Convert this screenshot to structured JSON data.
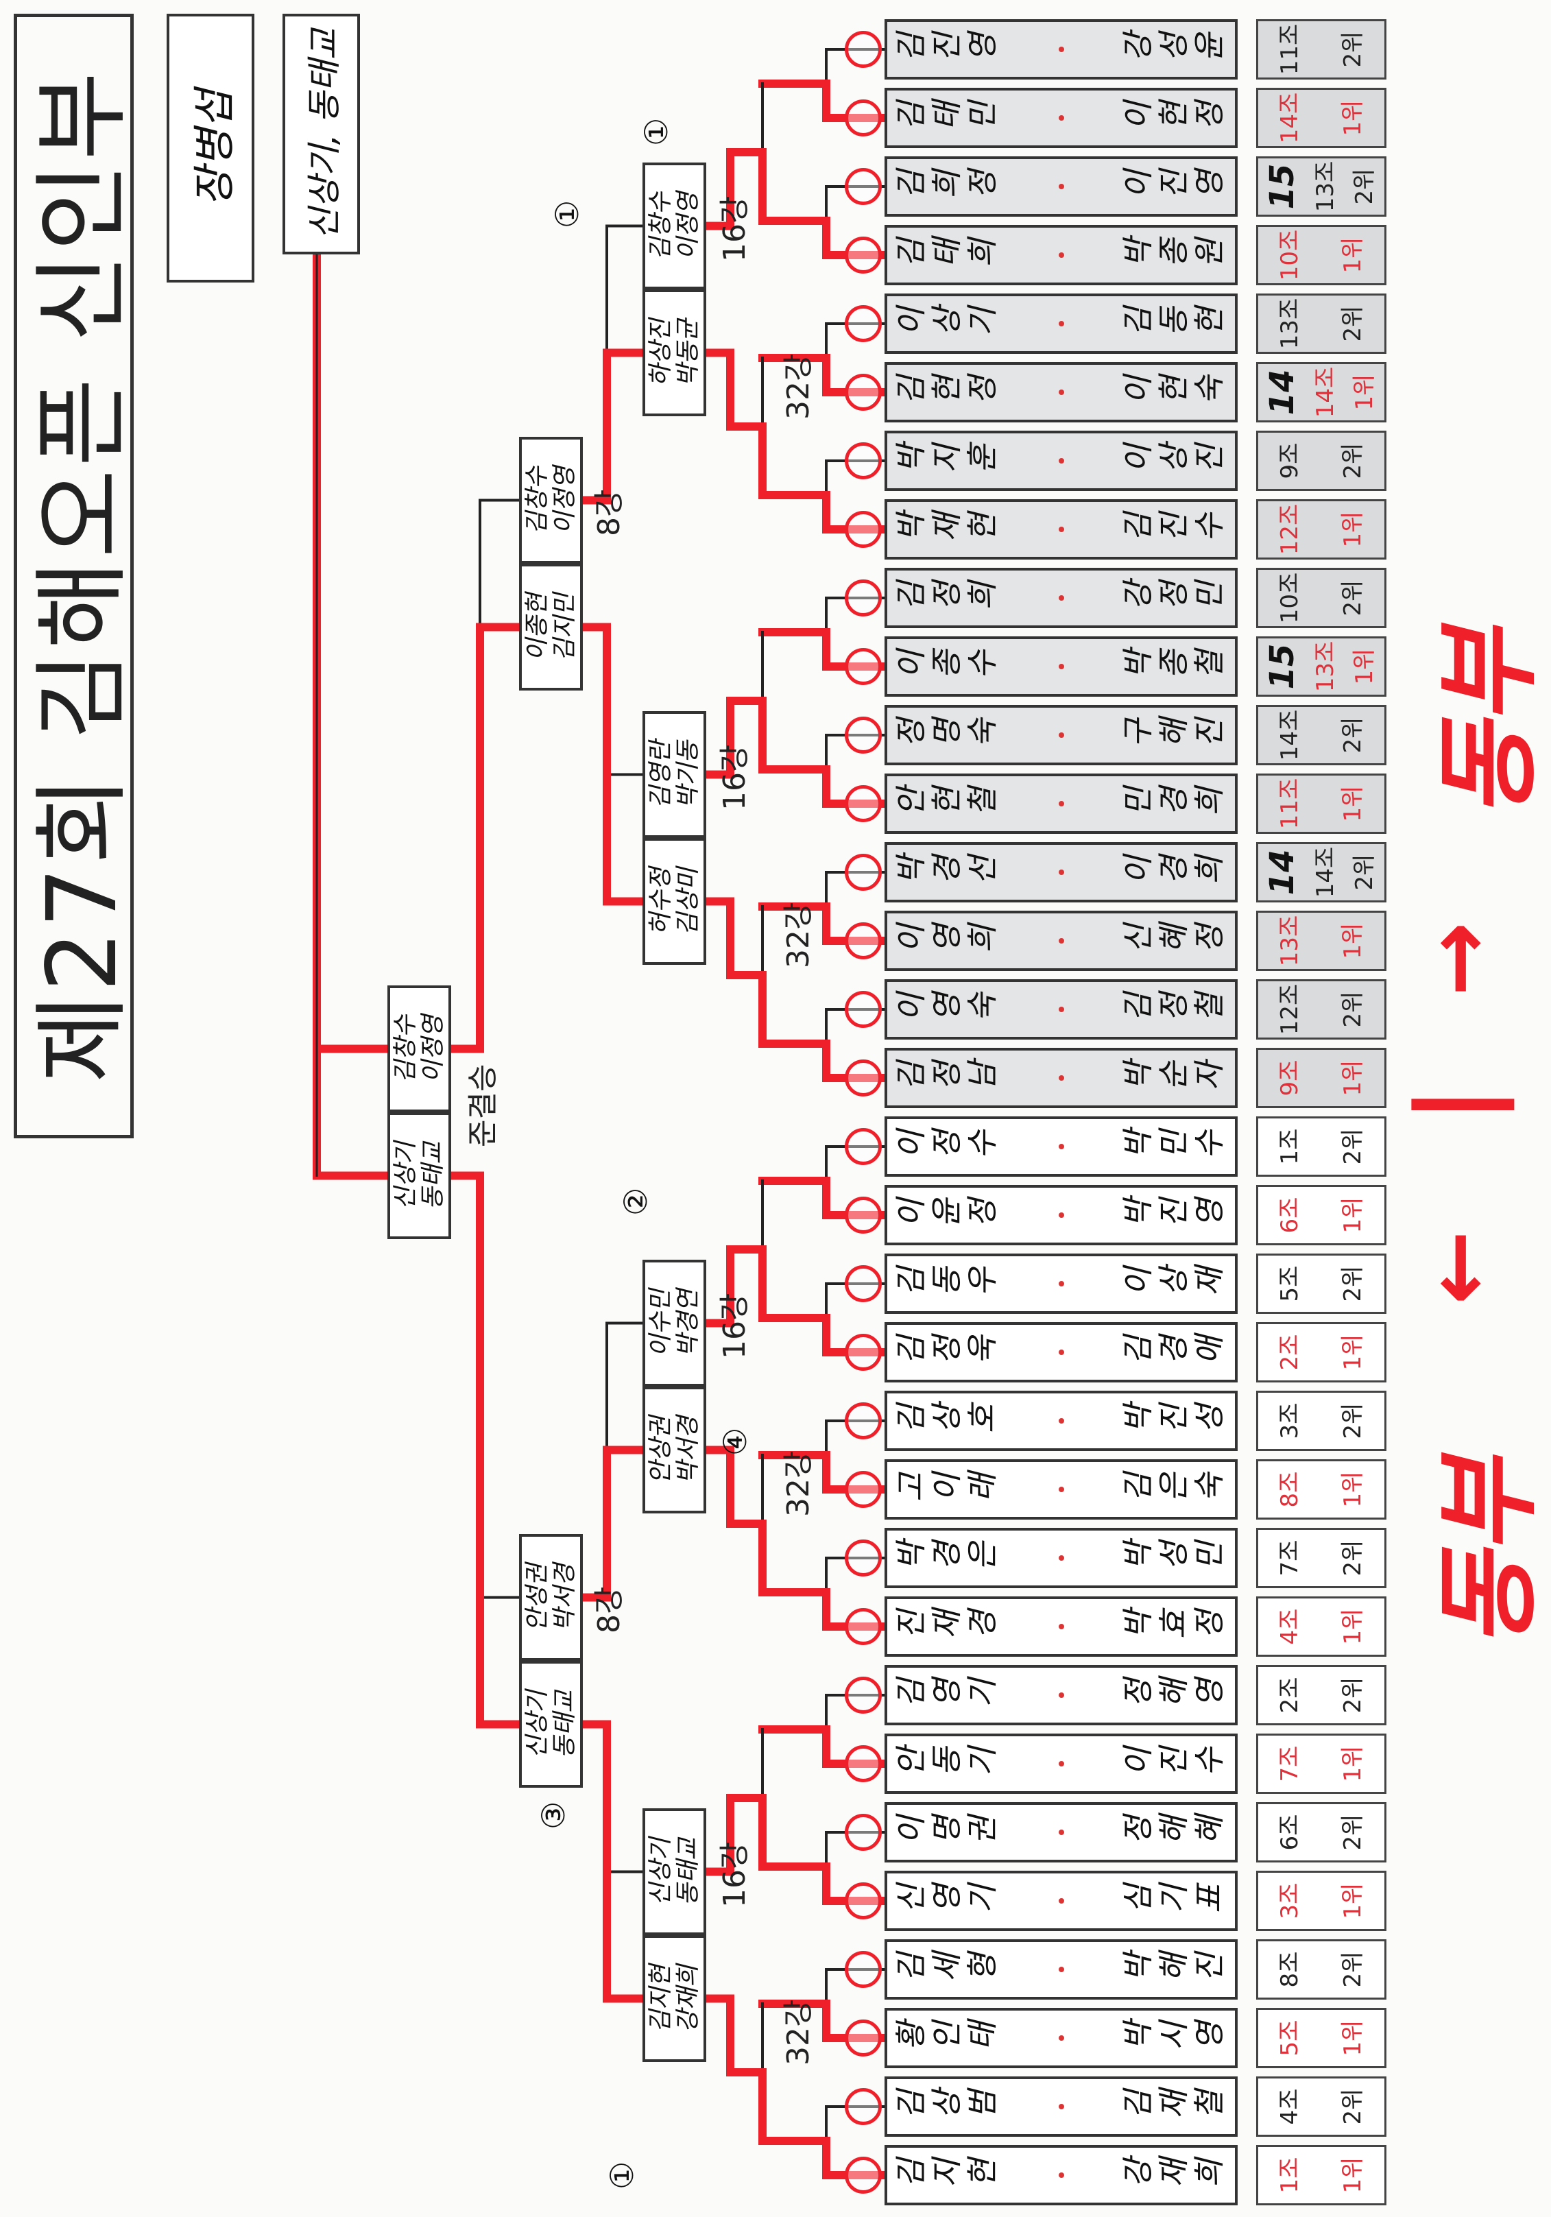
{
  "title": "제27회 김해오픈 신인부",
  "referee_box": "장병섭",
  "champion_box": "신상기, 동태교",
  "round_labels": {
    "r32": "32강",
    "r16": "16강",
    "r8": "8강",
    "semi": "준결승"
  },
  "region_labels": {
    "left": "동부",
    "right": "동부",
    "arrow_left": "←",
    "divider": "|",
    "arrow_right": "→"
  },
  "slots": [
    {
      "names": [
        "김지현",
        "강재희"
      ],
      "group": "1조",
      "rank": "1위"
    },
    {
      "names": [
        "김상범",
        "김재철"
      ],
      "group": "4조",
      "rank": "2위"
    },
    {
      "names": [
        "황인태",
        "박시영"
      ],
      "group": "5조",
      "rank": "1위"
    },
    {
      "names": [
        "김세형",
        "박해진"
      ],
      "group": "8조",
      "rank": "2위"
    },
    {
      "names": [
        "신영기",
        "심기표"
      ],
      "group": "3조",
      "rank": "1위"
    },
    {
      "names": [
        "이명권",
        "정해혜"
      ],
      "group": "6조",
      "rank": "2위"
    },
    {
      "names": [
        "안동기",
        "이진수"
      ],
      "group": "7조",
      "rank": "1위"
    },
    {
      "names": [
        "김영기",
        "정해영"
      ],
      "group": "2조",
      "rank": "2위"
    },
    {
      "names": [
        "진재경",
        "박효정"
      ],
      "group": "4조",
      "rank": "1위"
    },
    {
      "names": [
        "박경은",
        "박성민"
      ],
      "group": "7조",
      "rank": "2위"
    },
    {
      "names": [
        "고이래",
        "김은숙"
      ],
      "group": "8조",
      "rank": "1위"
    },
    {
      "names": [
        "김상호",
        "박진성"
      ],
      "group": "3조",
      "rank": "2위"
    },
    {
      "names": [
        "김정욱",
        "김경애"
      ],
      "group": "2조",
      "rank": "1위"
    },
    {
      "names": [
        "김동우",
        "이상재"
      ],
      "group": "5조",
      "rank": "2위"
    },
    {
      "names": [
        "이윤정",
        "박진영"
      ],
      "group": "6조",
      "rank": "1위"
    },
    {
      "names": [
        "이정수",
        "박민수"
      ],
      "group": "1조",
      "rank": "2위"
    },
    {
      "names": [
        "김정남",
        "박순자"
      ],
      "group": "9조",
      "rank": "1위"
    },
    {
      "names": [
        "이영숙",
        "김정철"
      ],
      "group": "12조",
      "rank": "2위"
    },
    {
      "names": [
        "이영희",
        "신혜정"
      ],
      "group": "13조",
      "rank": "1위"
    },
    {
      "names": [
        "박경선",
        "이경희"
      ],
      "group": "14조",
      "rank": "2위",
      "handwritten": "14"
    },
    {
      "names": [
        "안현철",
        "민경희"
      ],
      "group": "11조",
      "rank": "1위"
    },
    {
      "names": [
        "정명숙",
        "구해진"
      ],
      "group": "14조",
      "rank": "2위"
    },
    {
      "names": [
        "이종수",
        "박종철"
      ],
      "group": "13조",
      "rank": "1위",
      "handwritten": "15"
    },
    {
      "names": [
        "김정희",
        "강정민"
      ],
      "group": "10조",
      "rank": "2위"
    },
    {
      "names": [
        "박재현",
        "김진수"
      ],
      "group": "12조",
      "rank": "1위"
    },
    {
      "names": [
        "박지훈",
        "이상진"
      ],
      "group": "9조",
      "rank": "2위"
    },
    {
      "names": [
        "김현정",
        "이현숙"
      ],
      "group": "14조",
      "rank": "1위",
      "handwritten": "14"
    },
    {
      "names": [
        "이상기",
        "김동현"
      ],
      "group": "13조",
      "rank": "2위"
    },
    {
      "names": [
        "김태희",
        "박종원"
      ],
      "group": "10조",
      "rank": "1위"
    },
    {
      "names": [
        "김희정",
        "이진영"
      ],
      "group": "13조",
      "rank": "2위",
      "handwritten": "15"
    },
    {
      "names": [
        "김태민",
        "이현정"
      ],
      "group": "14조",
      "rank": "1위"
    },
    {
      "names": [
        "김진영",
        "강성윤"
      ],
      "group": "11조",
      "rank": "2위"
    }
  ],
  "round16_winners": [
    [
      "김지현",
      "강재희"
    ],
    [
      "신상기",
      "동태교"
    ],
    [
      "안상권",
      "박서경"
    ],
    [
      "이수민",
      "박경연"
    ],
    [
      "허수정",
      "김상미"
    ],
    [
      "김영란",
      "박기동"
    ],
    [
      "하상진",
      "박동균"
    ],
    [
      "김창수",
      "이정영"
    ]
  ],
  "quarter_winners": [
    [
      "신상기",
      "동태교"
    ],
    [
      "안성권",
      "박서경"
    ],
    [
      "이종현",
      "김지민"
    ],
    [
      "김창수",
      "이정영"
    ]
  ],
  "semi_winners": [
    [
      "신상기",
      "동태교"
    ],
    [
      "김창수",
      "이정영"
    ]
  ],
  "annotations": [
    "①",
    "③",
    "④",
    "②",
    "①",
    "①"
  ],
  "colors": {
    "marker_red": "#f0202a",
    "ink": "#222222",
    "first_place_text": "#e0303a"
  }
}
